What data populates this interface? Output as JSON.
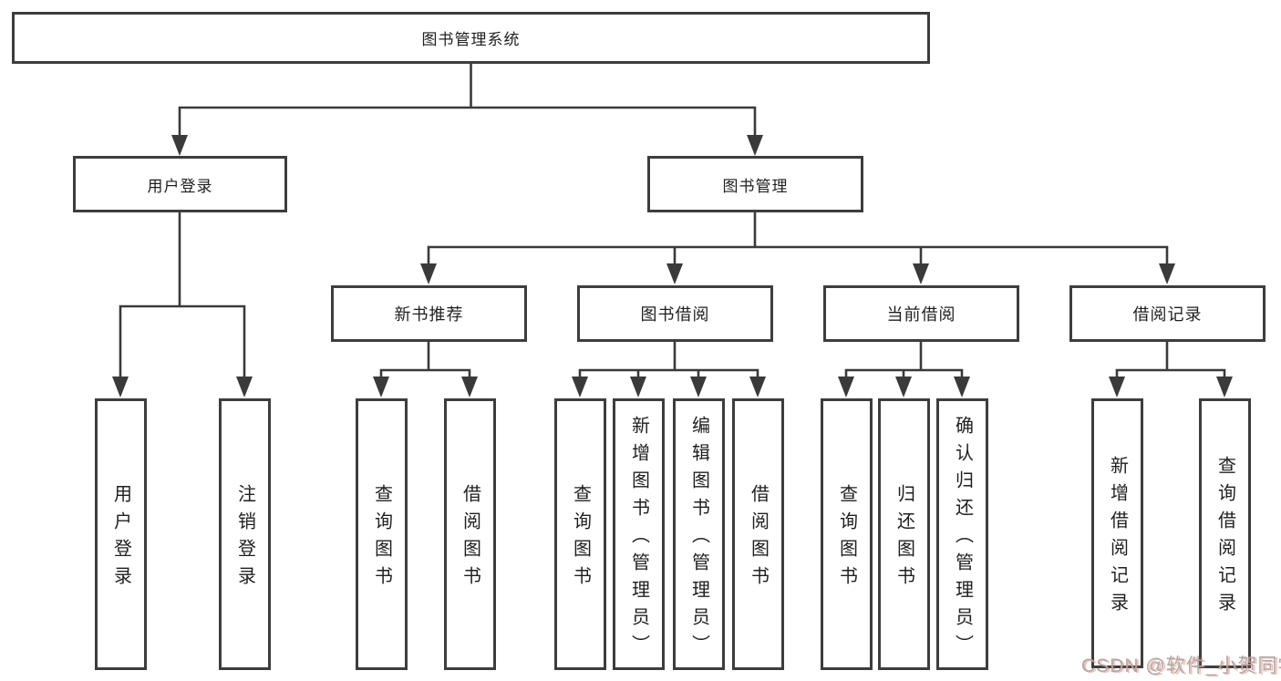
{
  "diagram": {
    "root": {
      "label": "图书管理系统"
    },
    "branches": [
      {
        "label": "用户登录",
        "children": [
          {
            "label": "用户登录"
          },
          {
            "label": "注销登录"
          }
        ]
      },
      {
        "label": "图书管理",
        "children": [
          {
            "label": "新书推荐",
            "children": [
              {
                "label": "查询图书"
              },
              {
                "label": "借阅图书"
              }
            ]
          },
          {
            "label": "图书借阅",
            "children": [
              {
                "label": "查询图书"
              },
              {
                "label": "新增图书（管理员）"
              },
              {
                "label": "编辑图书（管理员）"
              },
              {
                "label": "借阅图书"
              }
            ]
          },
          {
            "label": "当前借阅",
            "children": [
              {
                "label": "查询图书"
              },
              {
                "label": "归还图书"
              },
              {
                "label": "确认归还（管理员）"
              }
            ]
          },
          {
            "label": "借阅记录",
            "children": [
              {
                "label": "新增借阅记录"
              },
              {
                "label": "查询借阅记录"
              }
            ]
          }
        ]
      }
    ]
  },
  "watermark": {
    "text": "CSDN @软件_小贺同学"
  },
  "colors": {
    "line": "#3a3a3a",
    "box_border": "#3d3d3d",
    "text": "#1f1f1f",
    "watermark_gray": "#aaaaaa",
    "watermark_red": "#ef5339"
  }
}
